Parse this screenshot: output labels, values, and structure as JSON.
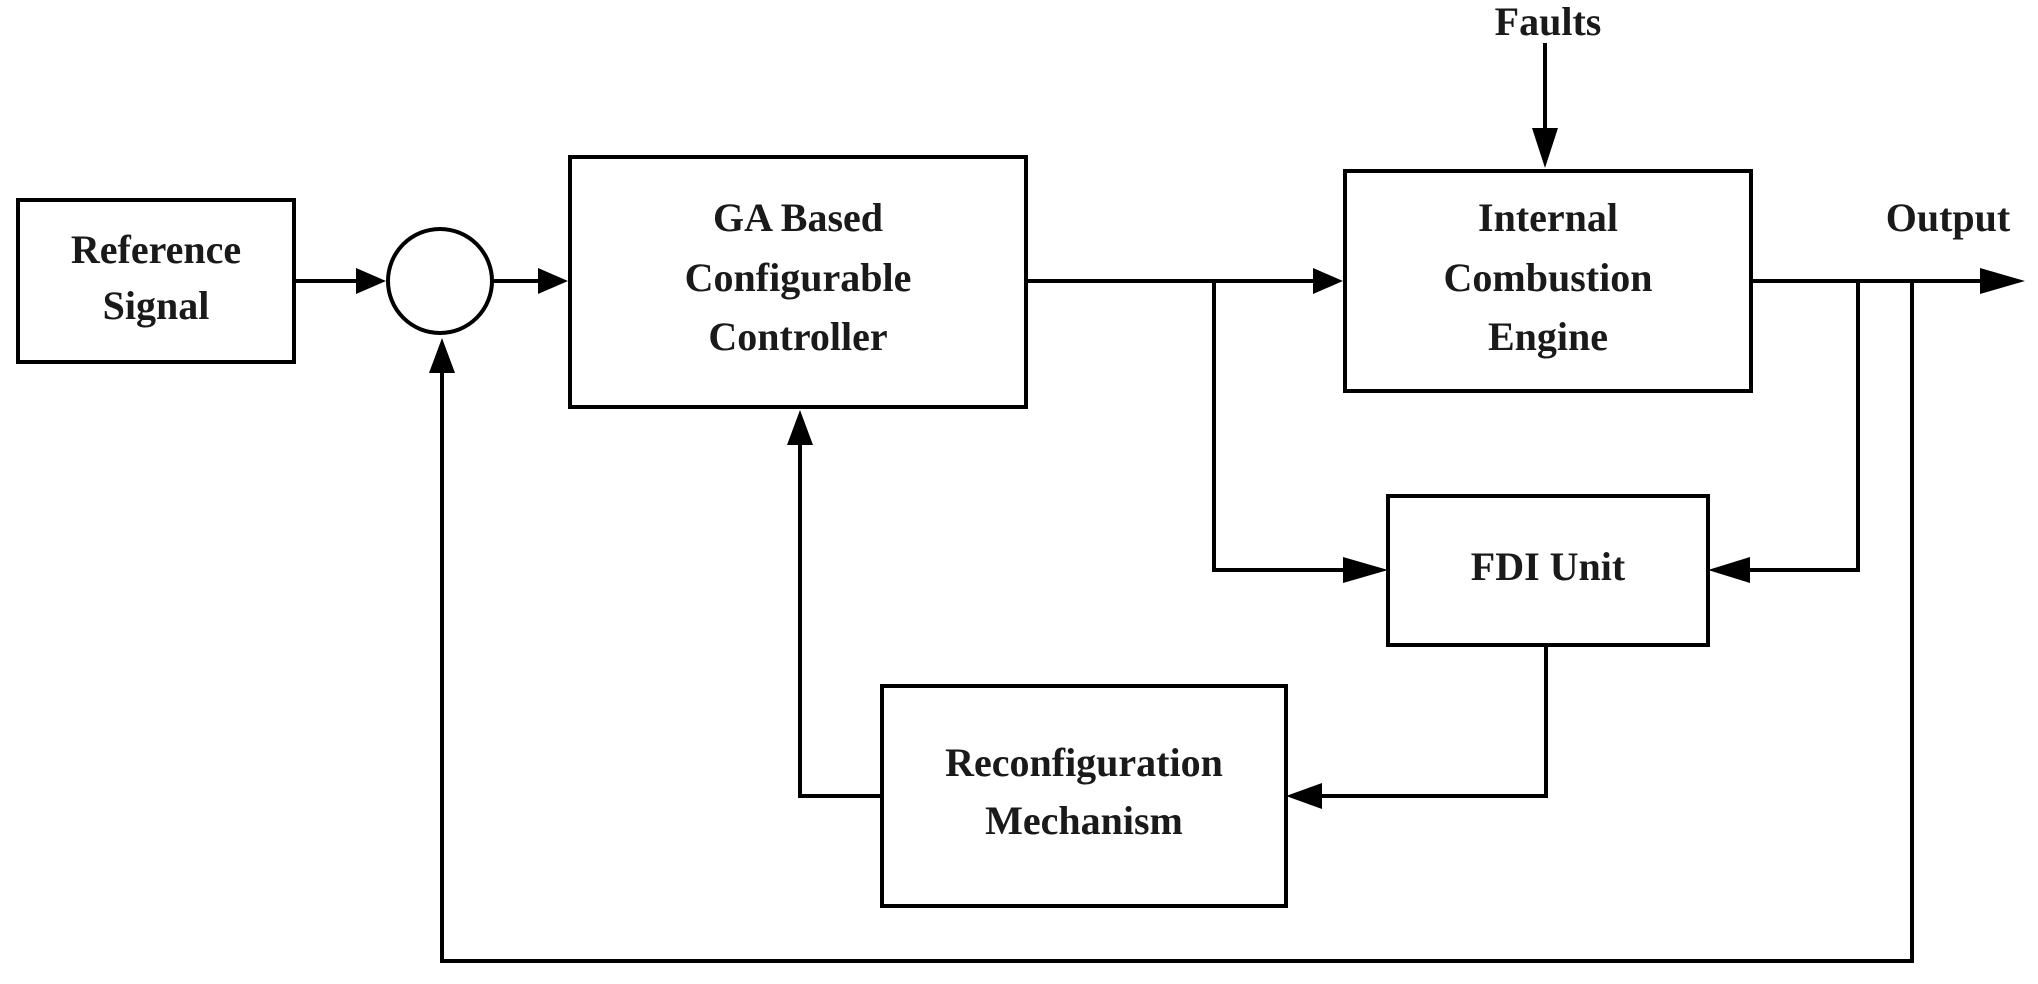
{
  "blocks": {
    "reference": {
      "line1": "Reference",
      "line2": "Signal"
    },
    "controller": {
      "line1": "GA Based",
      "line2": "Configurable",
      "line3": "Controller"
    },
    "engine": {
      "line1": "Internal",
      "line2": "Combustion",
      "line3": "Engine"
    },
    "fdi": {
      "line1": "FDI Unit"
    },
    "reconfig": {
      "line1": "Reconfiguration",
      "line2": "Mechanism"
    }
  },
  "signals": {
    "faults": "Faults",
    "output": "Output"
  },
  "colors": {
    "line": "#000000",
    "background": "#ffffff",
    "text": "#1a1a1a"
  }
}
